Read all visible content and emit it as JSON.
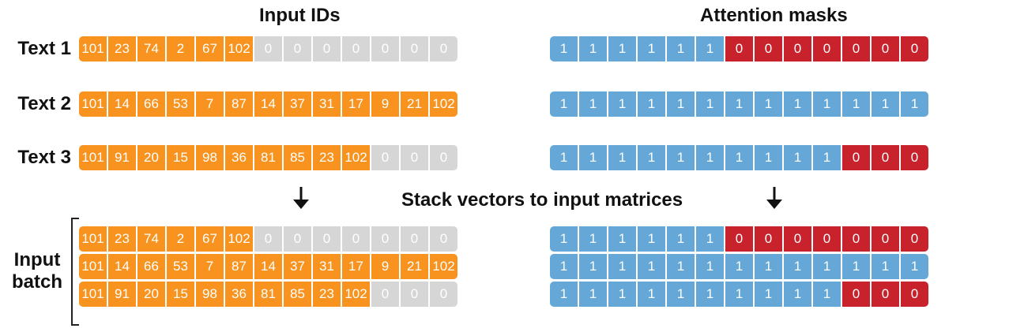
{
  "titles": {
    "input_ids": "Input IDs",
    "attention_masks": "Attention masks",
    "stack": "Stack vectors to input matrices"
  },
  "row_labels": [
    "Text 1",
    "Text 2",
    "Text 3"
  ],
  "batch_label": {
    "line1": "Input",
    "line2": "batch"
  },
  "colors": {
    "token": "#f7931e",
    "padding": "#d6d6d6",
    "mask_one": "#65a8d8",
    "mask_zero": "#c8232c"
  },
  "input_ids": [
    [
      "101",
      "23",
      "74",
      "2",
      "67",
      "102",
      "0",
      "0",
      "0",
      "0",
      "0",
      "0",
      "0"
    ],
    [
      "101",
      "14",
      "66",
      "53",
      "7",
      "87",
      "14",
      "37",
      "31",
      "17",
      "9",
      "21",
      "102"
    ],
    [
      "101",
      "91",
      "20",
      "15",
      "98",
      "36",
      "81",
      "85",
      "23",
      "102",
      "0",
      "0",
      "0"
    ]
  ],
  "token_counts": [
    6,
    13,
    10
  ],
  "attention_masks": [
    [
      "1",
      "1",
      "1",
      "1",
      "1",
      "1",
      "0",
      "0",
      "0",
      "0",
      "0",
      "0",
      "0"
    ],
    [
      "1",
      "1",
      "1",
      "1",
      "1",
      "1",
      "1",
      "1",
      "1",
      "1",
      "1",
      "1",
      "1"
    ],
    [
      "1",
      "1",
      "1",
      "1",
      "1",
      "1",
      "1",
      "1",
      "1",
      "1",
      "0",
      "0",
      "0"
    ]
  ],
  "icons": {
    "down_arrow": "down-arrow-icon"
  }
}
